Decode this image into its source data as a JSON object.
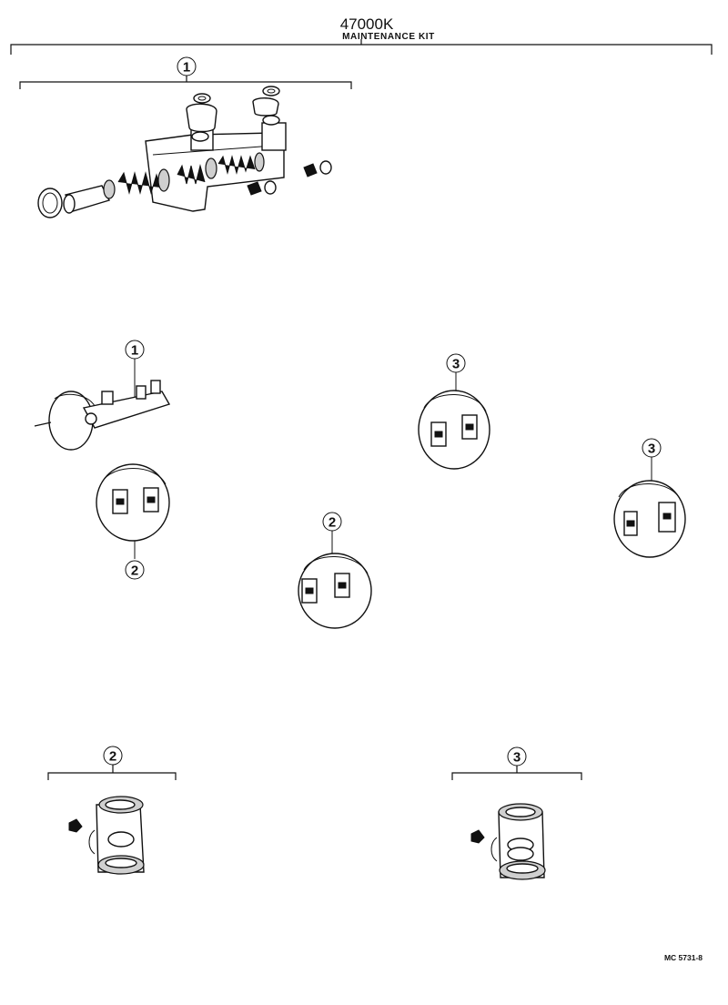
{
  "header": {
    "part_code": "47000K",
    "title": "MAINTENANCE KIT"
  },
  "callouts": {
    "kit1_top": "1",
    "master_cyl": "1",
    "wheel_left": "2",
    "wheel_mid": "2",
    "wheel_topright": "3",
    "wheel_right": "3",
    "kit2_bottom": "2",
    "kit3_bottom": "3"
  },
  "footer": {
    "reference": "MC 5731-8"
  }
}
